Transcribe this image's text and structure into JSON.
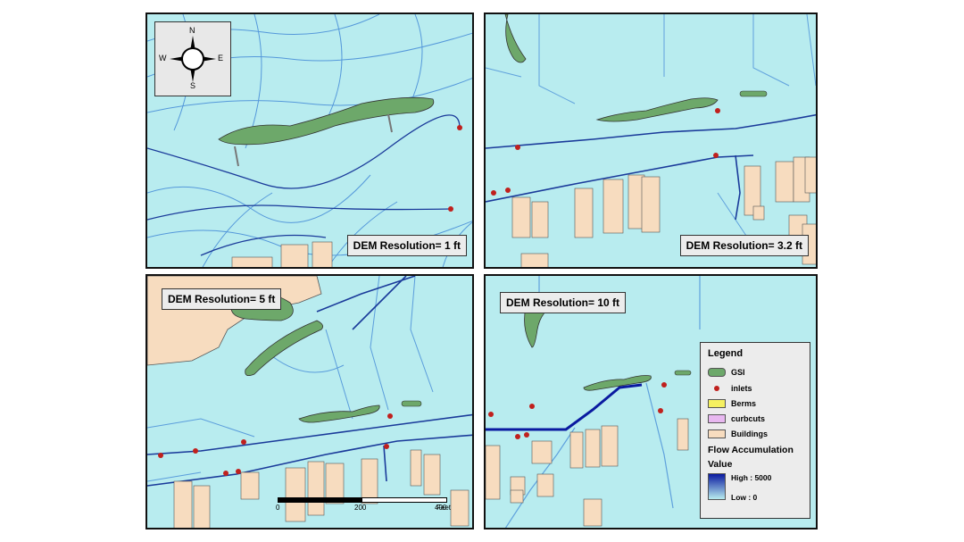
{
  "panels": [
    {
      "label": "DEM Resolution= 1 ft"
    },
    {
      "label": "DEM Resolution= 3.2 ft"
    },
    {
      "label": "DEM Resolution= 5 ft"
    },
    {
      "label": "DEM Resolution= 10 ft"
    }
  ],
  "compass": {
    "n": "N",
    "s": "S",
    "e": "E",
    "w": "W"
  },
  "legend": {
    "title": "Legend",
    "items": [
      {
        "label": "GSI",
        "color": "#6da86a"
      },
      {
        "label": "inlets",
        "color": "#c0201d"
      },
      {
        "label": "Berms",
        "color": "#f5f060"
      },
      {
        "label": "curbcuts",
        "color": "#e8b8f0"
      },
      {
        "label": "Buildings",
        "color": "#f7dcbf"
      }
    ],
    "flow_title": "Flow Accumulation",
    "value_label": "Value",
    "high": "High : 5000",
    "low": "Low : 0",
    "ramp_colors": [
      "#0a1aa0",
      "#b8ecef"
    ]
  },
  "scalebar": {
    "ticks": [
      "0",
      "200",
      "400"
    ],
    "unit": "Feet"
  },
  "colors": {
    "water_bg": "#b8ecef",
    "stream": "#1a3a9a",
    "stream_light": "#4a8fd8",
    "building": "#f7dcbf",
    "gsi": "#6da86a"
  }
}
